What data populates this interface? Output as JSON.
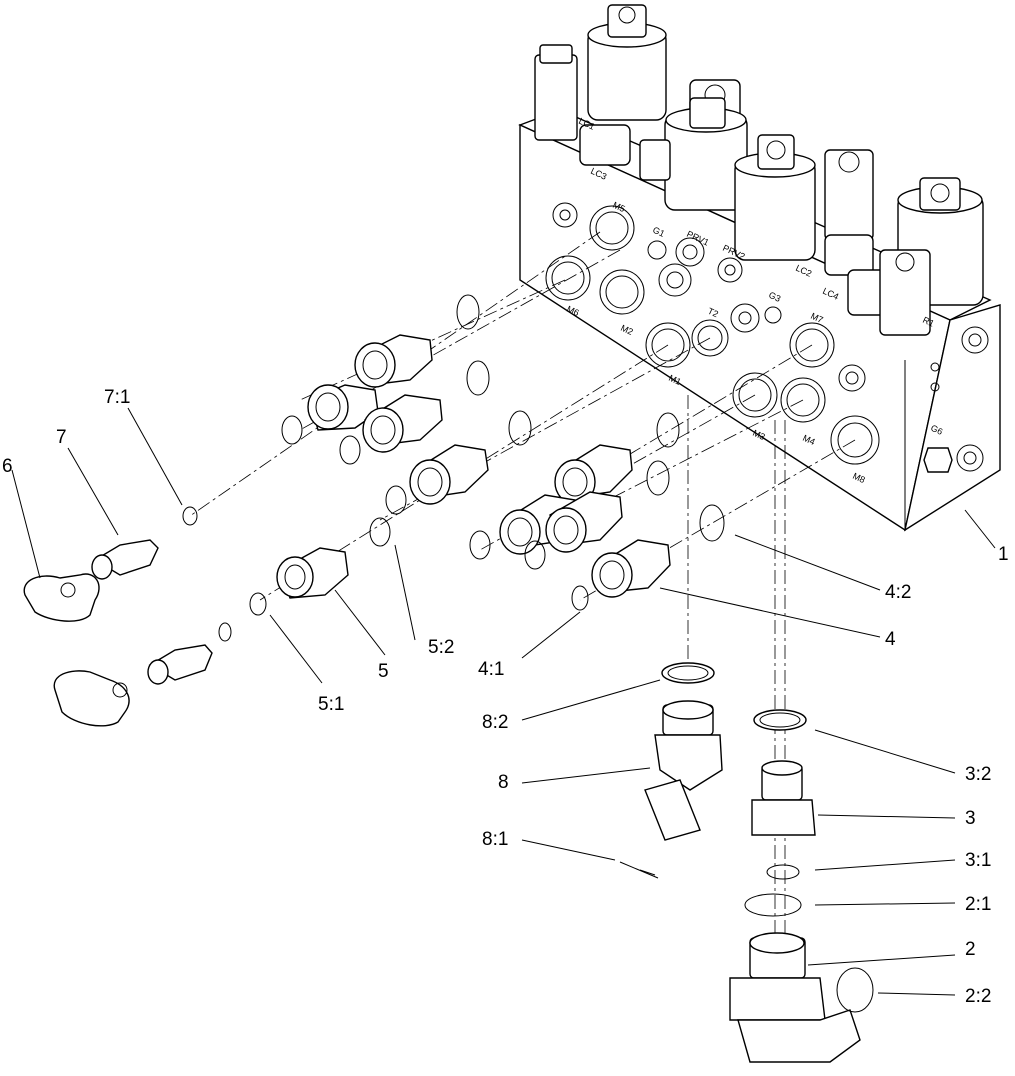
{
  "callouts": [
    {
      "id": "1",
      "label": "1"
    },
    {
      "id": "2",
      "label": "2"
    },
    {
      "id": "2_1",
      "label": "2:1"
    },
    {
      "id": "2_2",
      "label": "2:2"
    },
    {
      "id": "3",
      "label": "3"
    },
    {
      "id": "3_1",
      "label": "3:1"
    },
    {
      "id": "3_2",
      "label": "3:2"
    },
    {
      "id": "4",
      "label": "4"
    },
    {
      "id": "4_1",
      "label": "4:1"
    },
    {
      "id": "4_2",
      "label": "4:2"
    },
    {
      "id": "5",
      "label": "5"
    },
    {
      "id": "5_1",
      "label": "5:1"
    },
    {
      "id": "5_2",
      "label": "5:2"
    },
    {
      "id": "6",
      "label": "6"
    },
    {
      "id": "7",
      "label": "7"
    },
    {
      "id": "7_1",
      "label": "7:1"
    },
    {
      "id": "8",
      "label": "8"
    },
    {
      "id": "8_1",
      "label": "8:1"
    },
    {
      "id": "8_2",
      "label": "8:2"
    }
  ],
  "ports": {
    "M1": "M1",
    "M2": "M2",
    "M3": "M3",
    "M4": "M4",
    "M5": "M5",
    "M6": "M6",
    "M7": "M7",
    "M8": "M8",
    "G1": "G1",
    "G3": "G3",
    "G6": "G6",
    "T2": "T2",
    "PRV1": "PRV1",
    "PRV2": "PRV2",
    "LC1": "LC1",
    "LC2": "LC2",
    "LC3": "LC3",
    "LC4": "LC4",
    "R1": "R1"
  }
}
